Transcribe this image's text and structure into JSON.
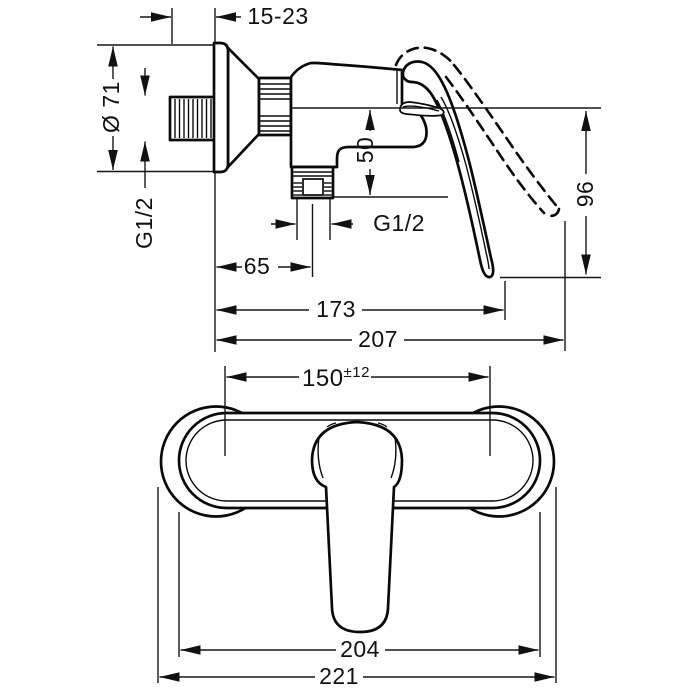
{
  "diagram": {
    "type": "technical dimension drawing",
    "product": "wall-mounted single-lever shower mixer",
    "side_view": {
      "name": "side view",
      "dimensions": {
        "wall_clearance": {
          "label": "15-23"
        },
        "escutcheon_diameter": {
          "label": "Ø 71"
        },
        "inlet_thread": {
          "label": "G1/2"
        },
        "outlet_drop": {
          "label": "50"
        },
        "outlet_thread": {
          "label": "G1/2"
        },
        "outlet_center_from_wall": {
          "label": "65"
        },
        "handle_reach": {
          "label": "173"
        },
        "max_reach": {
          "label": "207"
        },
        "handle_height": {
          "label": "96"
        }
      }
    },
    "front_view": {
      "name": "front view",
      "dimensions": {
        "connection_centers": {
          "value": "150",
          "tolerance": "±12"
        },
        "body_width": {
          "label": "204"
        },
        "overall_width": {
          "label": "221"
        }
      }
    },
    "colors": {
      "ink": "#111111",
      "paper": "#ffffff"
    }
  }
}
